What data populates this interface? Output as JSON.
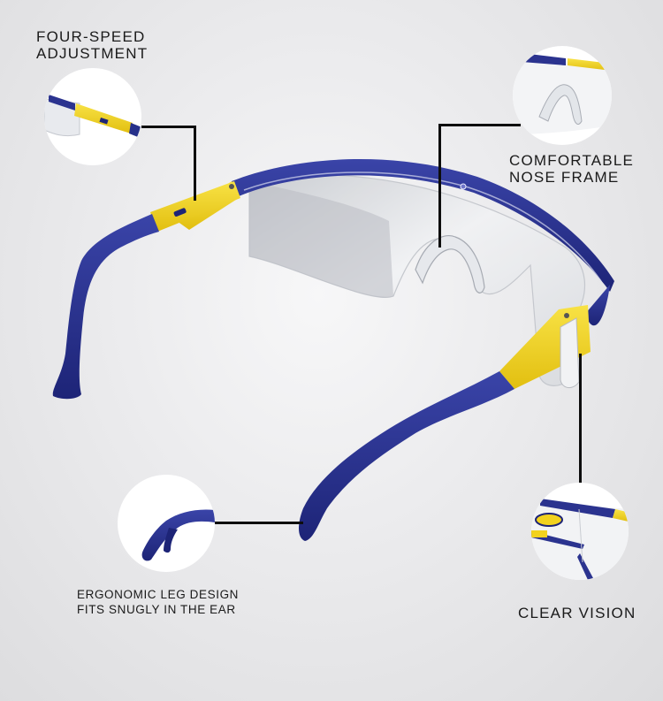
{
  "product": "safety goggles",
  "colors": {
    "frame_blue": "#26308a",
    "arm_yellow": "#f2d21e",
    "lens": "#e9ebee",
    "background": "#e6e6e8",
    "callout_line": "#0d0d0d",
    "label_text": "#1a1a1a"
  },
  "features": [
    {
      "id": "four-speed-adjustment",
      "label": "FOUR-SPEED\nADJUSTMENT",
      "position": "top-left"
    },
    {
      "id": "comfortable-nose-frame",
      "label": "COMFORTABLE\nNOSE FRAME",
      "position": "top-right"
    },
    {
      "id": "ergonomic-leg-design",
      "label": "ERGONOMIC LEG DESIGN\nFITS SNUGLY IN THE EAR",
      "position": "bottom-left"
    },
    {
      "id": "clear-vision",
      "label": "CLEAR VISION",
      "position": "bottom-right"
    }
  ]
}
